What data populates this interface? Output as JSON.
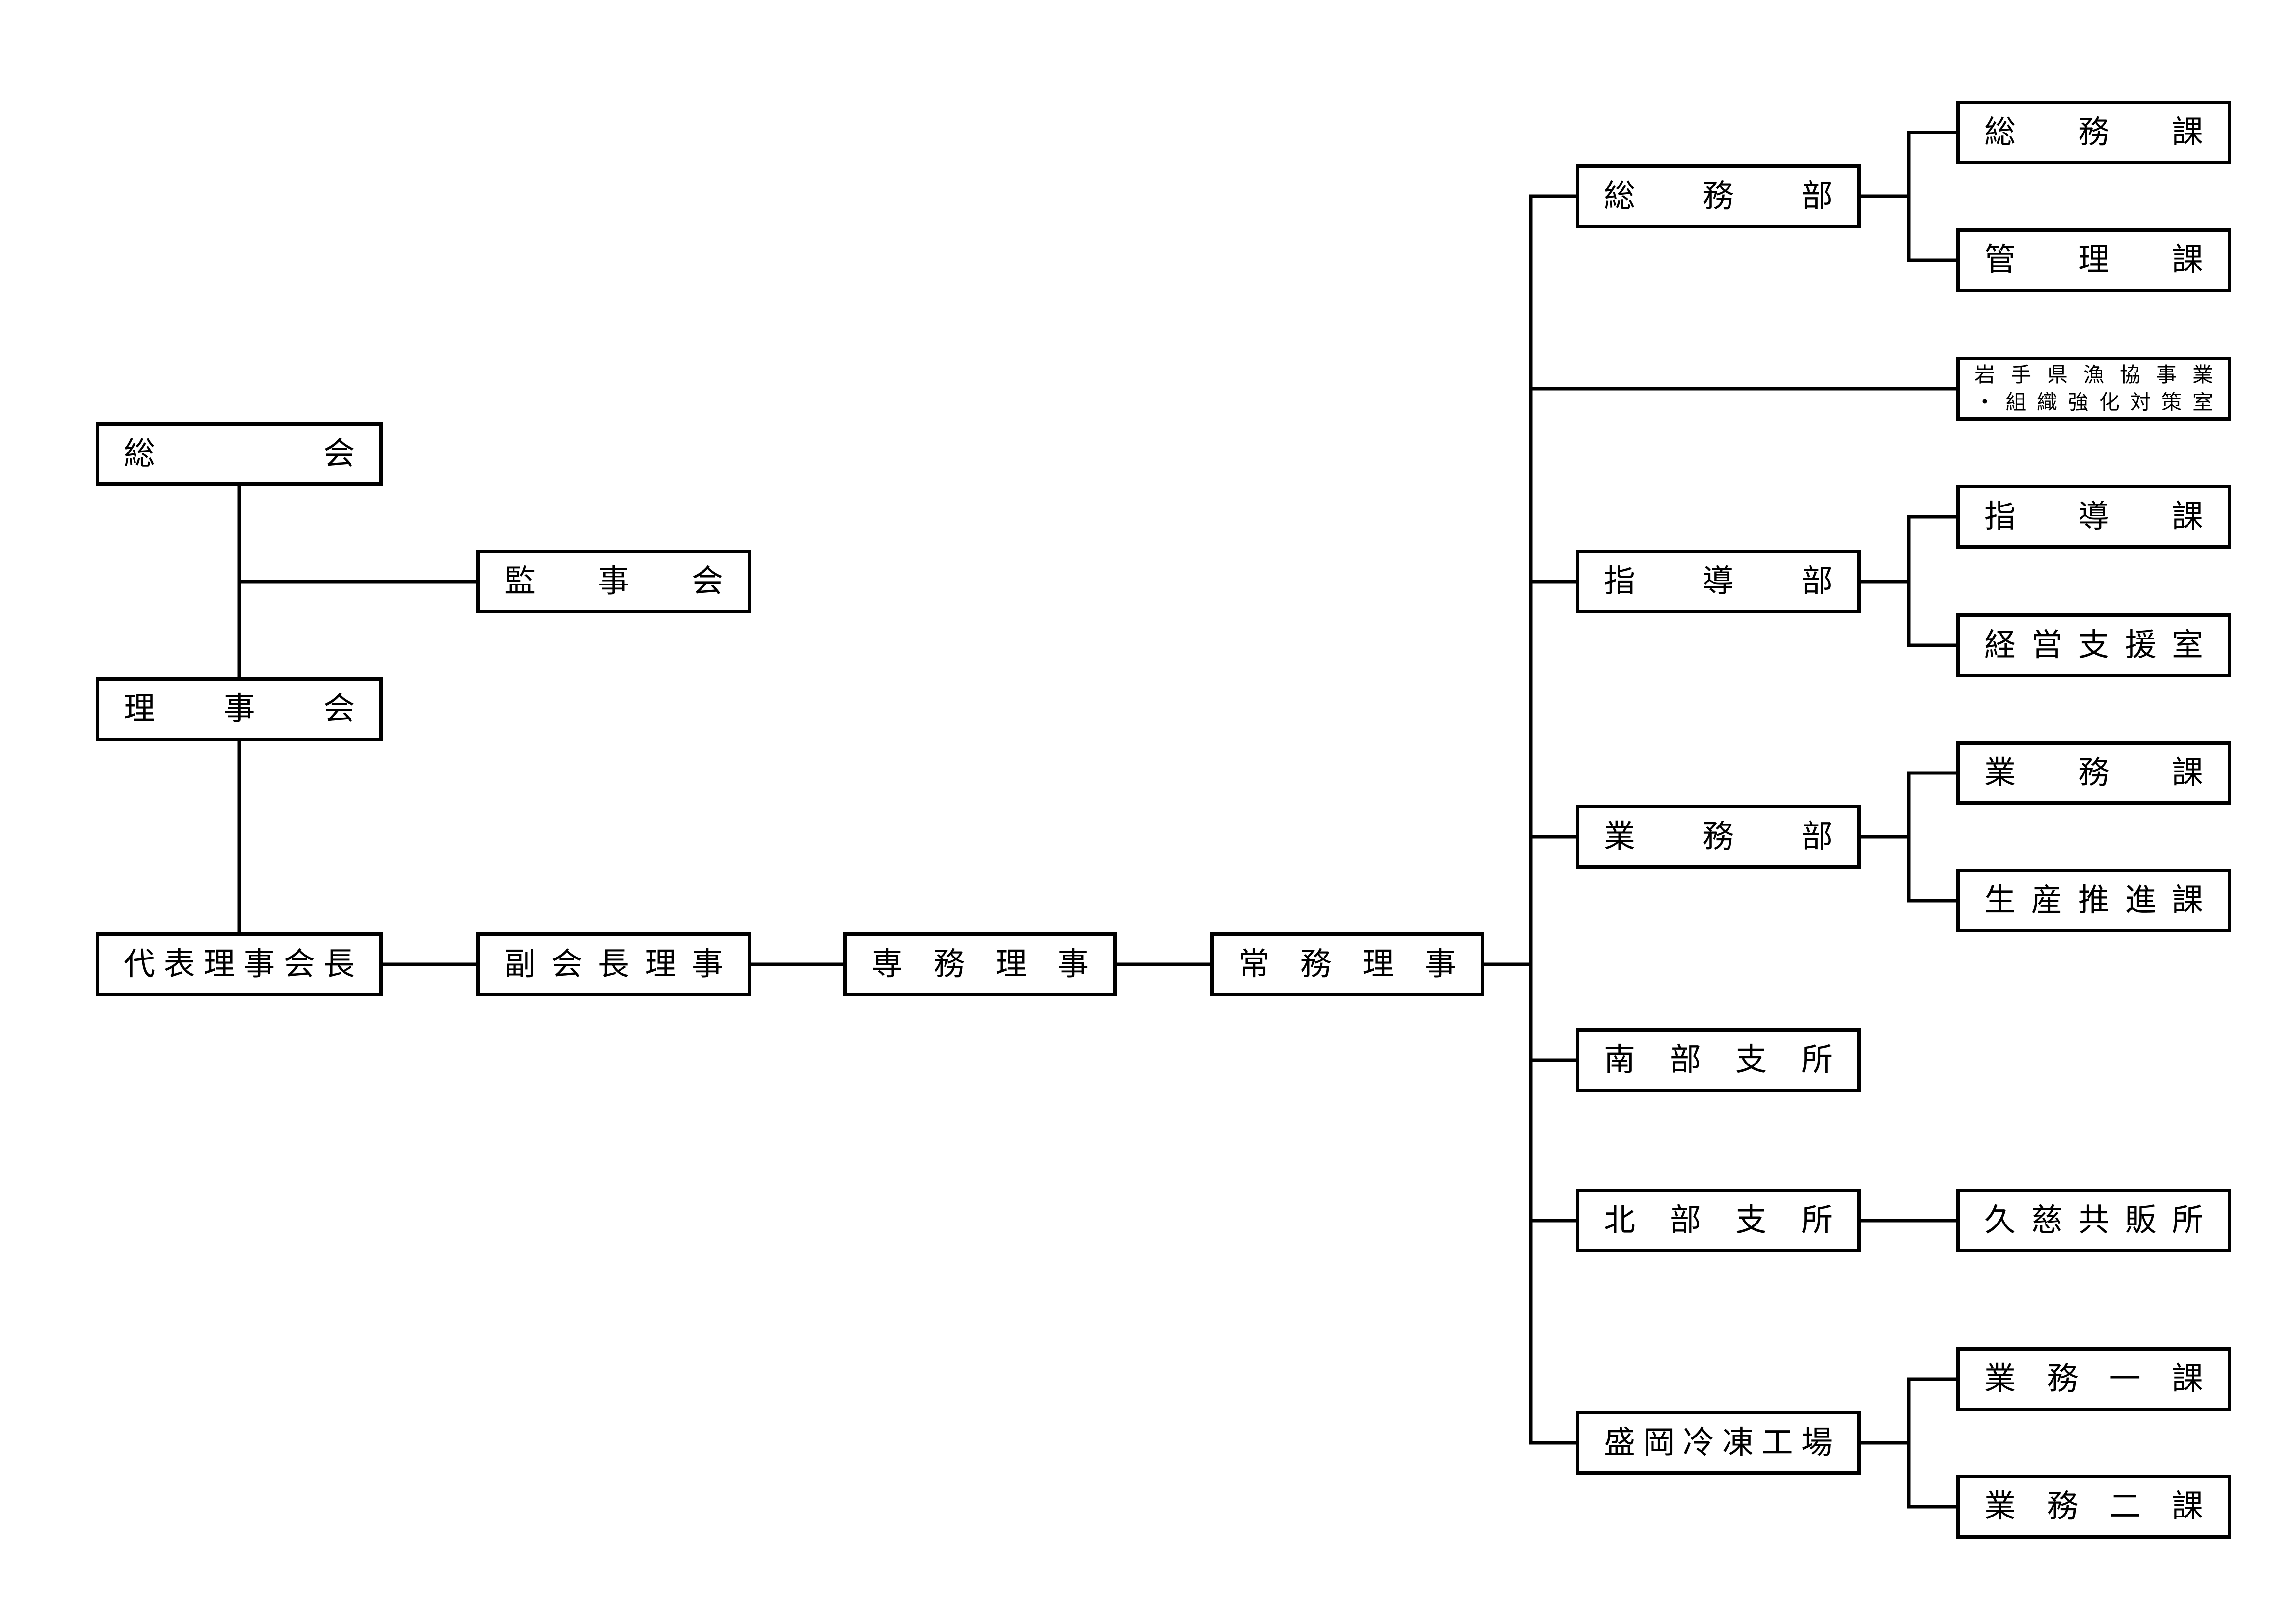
{
  "nodes": [
    {
      "id": "soukai",
      "label": "総会"
    },
    {
      "id": "kanjikai",
      "label": "監事会"
    },
    {
      "id": "rijikai",
      "label": "理事会"
    },
    {
      "id": "kaichou",
      "label": "代表理事会長"
    },
    {
      "id": "fukukaichou",
      "label": "副会長理事"
    },
    {
      "id": "senmu",
      "label": "専務理事"
    },
    {
      "id": "joumu",
      "label": "常務理事"
    },
    {
      "id": "soumubu",
      "label": "総務部"
    },
    {
      "id": "soumuka",
      "label": "総務課"
    },
    {
      "id": "kanrika",
      "label": "管理課"
    },
    {
      "id": "taisakushitsu",
      "lines": [
        "岩手県漁協事業",
        "・組織強化対策室"
      ]
    },
    {
      "id": "shidoubu",
      "label": "指導部"
    },
    {
      "id": "shidouka",
      "label": "指導課"
    },
    {
      "id": "keiei",
      "label": "経営支援室"
    },
    {
      "id": "gyoumubu",
      "label": "業務部"
    },
    {
      "id": "gyoumuka",
      "label": "業務課"
    },
    {
      "id": "seisan",
      "label": "生産推進課"
    },
    {
      "id": "nanbu",
      "label": "南部支所"
    },
    {
      "id": "hokubu",
      "label": "北部支所"
    },
    {
      "id": "kuji",
      "label": "久慈共販所"
    },
    {
      "id": "moriokareitou",
      "label": "盛岡冷凍工場"
    },
    {
      "id": "gyoumu1",
      "label": "業務一課"
    },
    {
      "id": "gyoumu2",
      "label": "業務二課"
    }
  ]
}
